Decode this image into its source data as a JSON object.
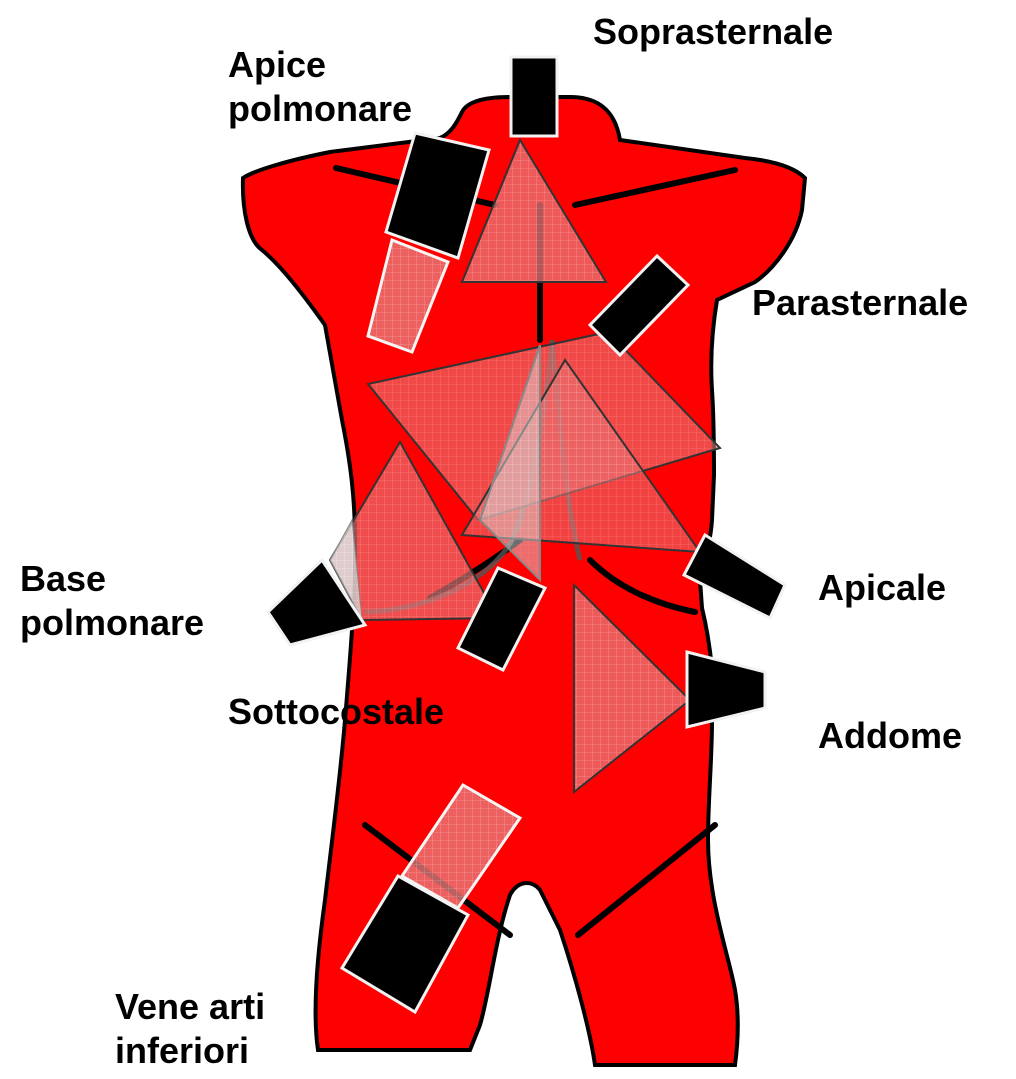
{
  "labels": {
    "soprasternale": "Soprasternale",
    "apice_polmonare": [
      "Apice",
      "polmonare"
    ],
    "parasternale": "Parasternale",
    "base_polmonare": [
      "Base",
      "polmonare"
    ],
    "apicale": "Apicale",
    "sottocostale": "Sottocostale",
    "addome": "Addome",
    "vene_arti_inferiori": [
      "Vene arti",
      "inferiori"
    ]
  },
  "colors": {
    "body": "#ff0000",
    "outline": "#000000",
    "probe": "#000000",
    "probe_border": "#f2f2f2",
    "beam_fill": "#e87878",
    "beam_grid": "#ffffff"
  }
}
